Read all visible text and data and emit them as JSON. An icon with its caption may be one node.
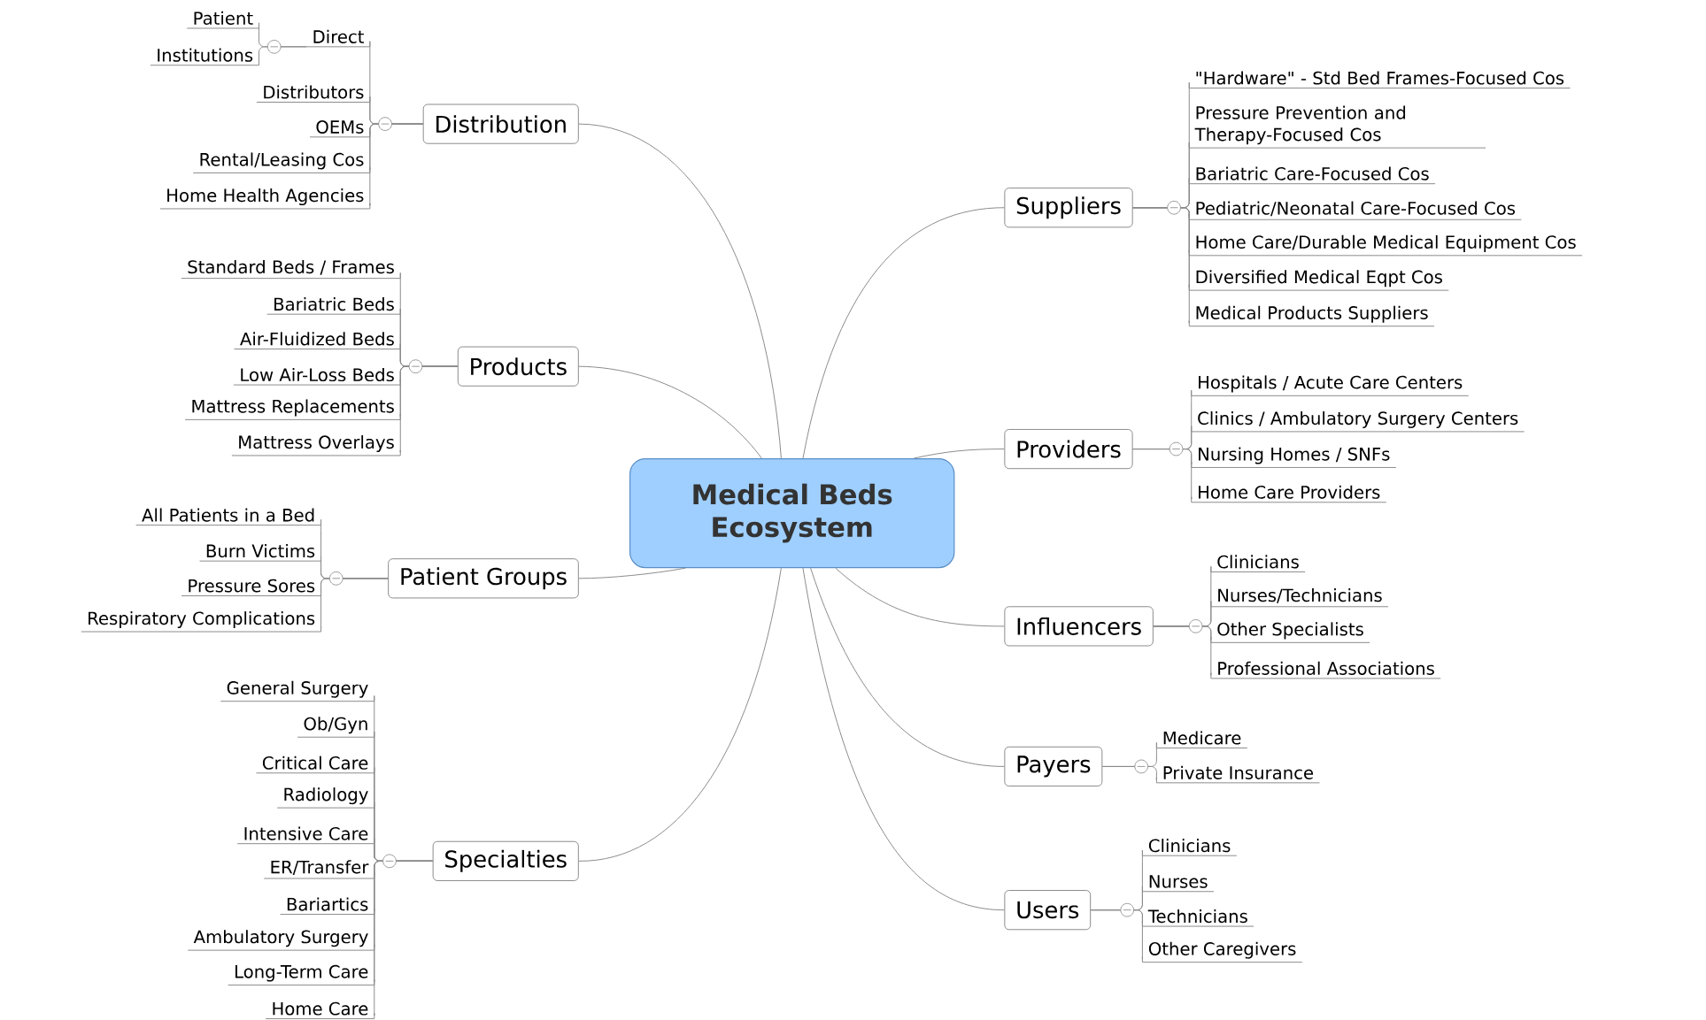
{
  "diagram": {
    "nodes": [
      {
        "text": [
          "Medical Beds Ecosystem"
        ]
      },
      {
        "text": [
          "Distribution"
        ]
      },
      {
        "text": [
          "Direct"
        ]
      },
      {
        "text": [
          "Patient"
        ]
      },
      {
        "text": [
          "Institutions"
        ]
      },
      {
        "text": [
          "Distributors"
        ]
      },
      {
        "text": [
          "OEMs"
        ]
      },
      {
        "text": [
          "Rental/Leasing Cos"
        ]
      },
      {
        "text": [
          "Home Health Agencies"
        ]
      },
      {
        "text": [
          "Products"
        ]
      },
      {
        "text": [
          "Standard Beds / Frames"
        ]
      },
      {
        "text": [
          "Bariatric Beds"
        ]
      },
      {
        "text": [
          "Air-Fluidized Beds"
        ]
      },
      {
        "text": [
          "Low Air-Loss Beds"
        ]
      },
      {
        "text": [
          "Mattress Replacements"
        ]
      },
      {
        "text": [
          "Mattress Overlays"
        ]
      },
      {
        "text": [
          "Patient Groups"
        ]
      },
      {
        "text": [
          "All Patients in a Bed"
        ]
      },
      {
        "text": [
          "Burn Victims"
        ]
      },
      {
        "text": [
          "Pressure Sores"
        ]
      },
      {
        "text": [
          "Respiratory Complications"
        ]
      },
      {
        "text": [
          "Specialties"
        ]
      },
      {
        "text": [
          "General Surgery"
        ]
      },
      {
        "text": [
          "Ob/Gyn"
        ]
      },
      {
        "text": [
          "Critical Care"
        ]
      },
      {
        "text": [
          "Radiology"
        ]
      },
      {
        "text": [
          "Intensive Care"
        ]
      },
      {
        "text": [
          "ER/Transfer"
        ]
      },
      {
        "text": [
          "Bariartics"
        ]
      },
      {
        "text": [
          "Ambulatory Surgery"
        ]
      },
      {
        "text": [
          "Long-Term Care"
        ]
      },
      {
        "text": [
          "Home Care"
        ]
      },
      {
        "text": [
          "Suppliers"
        ]
      },
      {
        "text": [
          "\"Hardware\" - Std Bed Frames-Focused Cos"
        ]
      },
      {
        "text": [
          "Pressure Prevention and Therapy-Focused Cos"
        ]
      },
      {
        "text": [
          "Bariatric Care-Focused Cos"
        ]
      },
      {
        "text": [
          "Pediatric/Neonatal Care-Focused Cos"
        ]
      },
      {
        "text": [
          "Home Care/Durable Medical Equipment Cos"
        ]
      },
      {
        "text": [
          "Diversified Medical Eqpt Cos"
        ]
      },
      {
        "text": [
          "Medical Products Suppliers"
        ]
      },
      {
        "text": [
          "Providers"
        ]
      },
      {
        "text": [
          "Hospitals / Acute Care Centers"
        ]
      },
      {
        "text": [
          "Clinics / Ambulatory Surgery Centers"
        ]
      },
      {
        "text": [
          "Nursing Homes / SNFs"
        ]
      },
      {
        "text": [
          "Home Care Providers"
        ]
      },
      {
        "text": [
          "Influencers"
        ]
      },
      {
        "text": [
          "Clinicians"
        ]
      },
      {
        "text": [
          "Nurses/Technicians"
        ]
      },
      {
        "text": [
          "Other Specialists"
        ]
      },
      {
        "text": [
          "Professional Associations"
        ]
      },
      {
        "text": [
          "Payers"
        ]
      },
      {
        "text": [
          "Medicare"
        ]
      },
      {
        "text": [
          "Private Insurance"
        ]
      },
      {
        "text": [
          "Users"
        ]
      },
      {
        "text": [
          "Clinicians"
        ]
      },
      {
        "text": [
          "Nurses"
        ]
      },
      {
        "text": [
          "Technicians"
        ]
      },
      {
        "text": [
          "Other Caregivers"
        ]
      }
    ],
    "edges": [
      {
        "from": 0,
        "to": 1,
        "arrow": "none"
      },
      {
        "from": 1,
        "to": 2,
        "arrow": "none"
      },
      {
        "from": 2,
        "to": 3,
        "arrow": "none"
      },
      {
        "from": 2,
        "to": 4,
        "arrow": "none"
      },
      {
        "from": 1,
        "to": 5,
        "arrow": "none"
      },
      {
        "from": 1,
        "to": 6,
        "arrow": "none"
      },
      {
        "from": 1,
        "to": 7,
        "arrow": "none"
      },
      {
        "from": 1,
        "to": 8,
        "arrow": "none"
      },
      {
        "from": 0,
        "to": 9,
        "arrow": "none"
      },
      {
        "from": 9,
        "to": 10,
        "arrow": "none"
      },
      {
        "from": 9,
        "to": 11,
        "arrow": "none"
      },
      {
        "from": 9,
        "to": 12,
        "arrow": "none"
      },
      {
        "from": 9,
        "to": 13,
        "arrow": "none"
      },
      {
        "from": 9,
        "to": 14,
        "arrow": "none"
      },
      {
        "from": 9,
        "to": 15,
        "arrow": "none"
      },
      {
        "from": 0,
        "to": 16,
        "arrow": "none"
      },
      {
        "from": 16,
        "to": 17,
        "arrow": "none"
      },
      {
        "from": 16,
        "to": 18,
        "arrow": "none"
      },
      {
        "from": 16,
        "to": 19,
        "arrow": "none"
      },
      {
        "from": 16,
        "to": 20,
        "arrow": "none"
      },
      {
        "from": 0,
        "to": 21,
        "arrow": "none"
      },
      {
        "from": 21,
        "to": 22,
        "arrow": "none"
      },
      {
        "from": 21,
        "to": 23,
        "arrow": "none"
      },
      {
        "from": 21,
        "to": 24,
        "arrow": "none"
      },
      {
        "from": 21,
        "to": 25,
        "arrow": "none"
      },
      {
        "from": 21,
        "to": 26,
        "arrow": "none"
      },
      {
        "from": 21,
        "to": 27,
        "arrow": "none"
      },
      {
        "from": 21,
        "to": 28,
        "arrow": "none"
      },
      {
        "from": 21,
        "to": 29,
        "arrow": "none"
      },
      {
        "from": 21,
        "to": 30,
        "arrow": "none"
      },
      {
        "from": 21,
        "to": 31,
        "arrow": "none"
      },
      {
        "from": 0,
        "to": 32,
        "arrow": "none"
      },
      {
        "from": 32,
        "to": 33,
        "arrow": "none"
      },
      {
        "from": 32,
        "to": 34,
        "arrow": "none"
      },
      {
        "from": 32,
        "to": 35,
        "arrow": "none"
      },
      {
        "from": 32,
        "to": 36,
        "arrow": "none"
      },
      {
        "from": 32,
        "to": 37,
        "arrow": "none"
      },
      {
        "from": 32,
        "to": 38,
        "arrow": "none"
      },
      {
        "from": 32,
        "to": 39,
        "arrow": "none"
      },
      {
        "from": 0,
        "to": 40,
        "arrow": "none"
      },
      {
        "from": 40,
        "to": 41,
        "arrow": "none"
      },
      {
        "from": 40,
        "to": 42,
        "arrow": "none"
      },
      {
        "from": 40,
        "to": 43,
        "arrow": "none"
      },
      {
        "from": 40,
        "to": 44,
        "arrow": "none"
      },
      {
        "from": 0,
        "to": 45,
        "arrow": "none"
      },
      {
        "from": 45,
        "to": 46,
        "arrow": "none"
      },
      {
        "from": 45,
        "to": 47,
        "arrow": "none"
      },
      {
        "from": 45,
        "to": 48,
        "arrow": "none"
      },
      {
        "from": 45,
        "to": 49,
        "arrow": "none"
      },
      {
        "from": 0,
        "to": 50,
        "arrow": "none"
      },
      {
        "from": 50,
        "to": 51,
        "arrow": "none"
      },
      {
        "from": 50,
        "to": 52,
        "arrow": "none"
      },
      {
        "from": 0,
        "to": 53,
        "arrow": "none"
      },
      {
        "from": 53,
        "to": 54,
        "arrow": "none"
      },
      {
        "from": 53,
        "to": 55,
        "arrow": "none"
      },
      {
        "from": 53,
        "to": 56,
        "arrow": "none"
      },
      {
        "from": 53,
        "to": 57,
        "arrow": "none"
      }
    ]
  }
}
